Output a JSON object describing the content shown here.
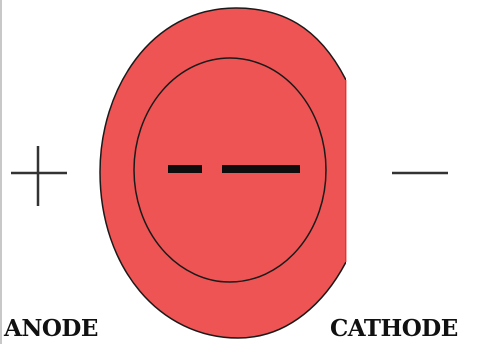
{
  "labels": {
    "anode": "ANODE",
    "cathode": "CATHODE"
  },
  "symbols": {
    "anode_sign": "positive-sign",
    "cathode_sign": "negative-sign"
  },
  "colors": {
    "cell_fill": "#ee5454",
    "outline": "#1a1a1a",
    "background": "#ffffff"
  }
}
